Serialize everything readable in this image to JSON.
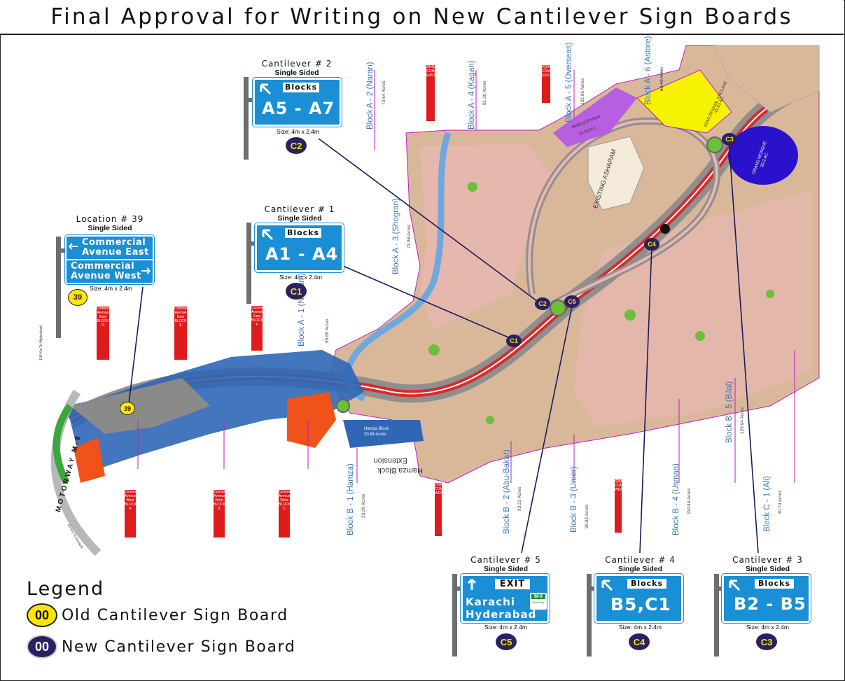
{
  "title": "Final Approval for Writing on New Cantilever Sign Boards",
  "legend": {
    "title": "Legend",
    "items": [
      {
        "badge": "00",
        "label": "Old Cantilever Sign Board",
        "kind": "old"
      },
      {
        "badge": "00",
        "label": "New Cantilever Sign Board",
        "kind": "new"
      }
    ]
  },
  "signs": {
    "c2": {
      "title": "Cantilever # 2",
      "sub": "Single Sided",
      "pill": "Blocks",
      "text": "A5 - A7",
      "size": "Size: 4m x 2.4m",
      "badge": "C2"
    },
    "c1": {
      "title": "Cantilever # 1",
      "sub": "Single Sided",
      "pill": "Blocks",
      "text": "A1 - A4",
      "size": "Size: 4m x 2.4m",
      "badge": "C1"
    },
    "loc39": {
      "title": "Location # 39",
      "sub": "Single Sided",
      "line1a": "Commercial",
      "line1b": "Avenue East",
      "line2a": "Commercial",
      "line2b": "Avenue West",
      "size": "Size: 4m x 2.4m",
      "badge": "39"
    },
    "c5": {
      "title": "Cantilever # 5",
      "sub": "Single Sided",
      "pill": "EXIT",
      "line1": "Karachi",
      "line2": "Hyderabad",
      "shield": "M-9",
      "shield_sub": "Motorway",
      "size": "Size: 4m x 2.4m",
      "badge": "C5"
    },
    "c4": {
      "title": "Cantilever # 4",
      "sub": "Single Sided",
      "pill": "Blocks",
      "text": "B5,C1",
      "size": "Size: 4m x 2.4m",
      "badge": "C4"
    },
    "c3": {
      "title": "Cantilever # 3",
      "sub": "Single Sided",
      "pill": "Blocks",
      "text": "B2 - B5",
      "size": "Size: 4m x 2.4m",
      "badge": "C3"
    }
  },
  "map_markers": {
    "c1": "C1",
    "c2": "C2",
    "c3": "C3",
    "c4": "C4",
    "c5": "C5",
    "loc39": "39"
  },
  "blocks": [
    {
      "name": "Block A - 2 (Naran)",
      "acres": "73.64 Acres"
    },
    {
      "name": "Block A - 4 (Kagan)",
      "acres": "81.30 Acres"
    },
    {
      "name": "Block A - 5 (Overseas)",
      "acres": "132.06 Acres"
    },
    {
      "name": "Block A - 6 (Astore)",
      "acres": "63.43 Acres"
    },
    {
      "name": "Block A - 3 (Shogran)",
      "acres": "71.98 Acres"
    },
    {
      "name": "Block A - 1 (Neelam)",
      "acres": "99.80 Acres"
    },
    {
      "name": "Block B - 1 (Hamza)",
      "acres": "23.20 Acres"
    },
    {
      "name": "Block B - 2 (Abu-Bakar)",
      "acres": "93.23 Acres"
    },
    {
      "name": "Block B - 3 (Umer)",
      "acres": "95.82 Acres"
    },
    {
      "name": "Block B - 4 (Usman)",
      "acres": "110.44 Acres"
    },
    {
      "name": "Block B - 5 (Bilal)",
      "acres": "129.94 Acres"
    },
    {
      "name": "Block C - 1 (Ali)",
      "acres": "30.70 Acres"
    }
  ],
  "area_labels": {
    "existing_asharam": "EXISTING ASHARAM",
    "grand_mosque": "GRAND MOSQUE",
    "grand_mosque_ac": "30.2 AC",
    "edu_enclave": "EDUCATIONAL ENCLAVE",
    "edu_enclave_ac": "41.83 AC",
    "medical_enclave": "Medical Enclave",
    "medical_enclave_ac": "19.33 A.C",
    "hamza_block": "Hamza Block",
    "hamza_block_ac": "20.84 Acres",
    "hamza_ext_1": "Hamza Block",
    "hamza_ext_2": "Extension",
    "motorway": "MOTORWAY M-9",
    "to_hyderabad": "100 Km To Hyderabad",
    "to_karachi": "63 Km To Karachi"
  },
  "red_tags": {
    "jinnah_east": "JINNAH COMMERCIAL EAST",
    "iqbal_east": "IQBAL COMMERCIAL EAST",
    "jinnah_west": "JINNAH COMMERCIAL WEST",
    "iqbal_west": "IQBAL COMMERCIAL WEST",
    "cae_d": "Commercial Avenue East BLOCK D",
    "cae_e": "Commercial Avenue East BLOCK E",
    "cae_f": "Commercial Avenue East BLOCK F",
    "caw_a": "Commercial Avenue West BLOCK A",
    "caw_b": "Commercial Avenue West BLOCK B",
    "caw_c": "Commercial Avenue West BLOCK C"
  },
  "colors": {
    "sign_blue": "#1a8fd6",
    "badge_new": "#2b2160",
    "badge_old": "#ffe600",
    "plot_fill": "#d9b89a",
    "road_red": "#e01b1b",
    "water": "#6fa8dc",
    "mosque": "#2a12cc",
    "edu": "#f7f200",
    "medical": "#b85ee0"
  }
}
